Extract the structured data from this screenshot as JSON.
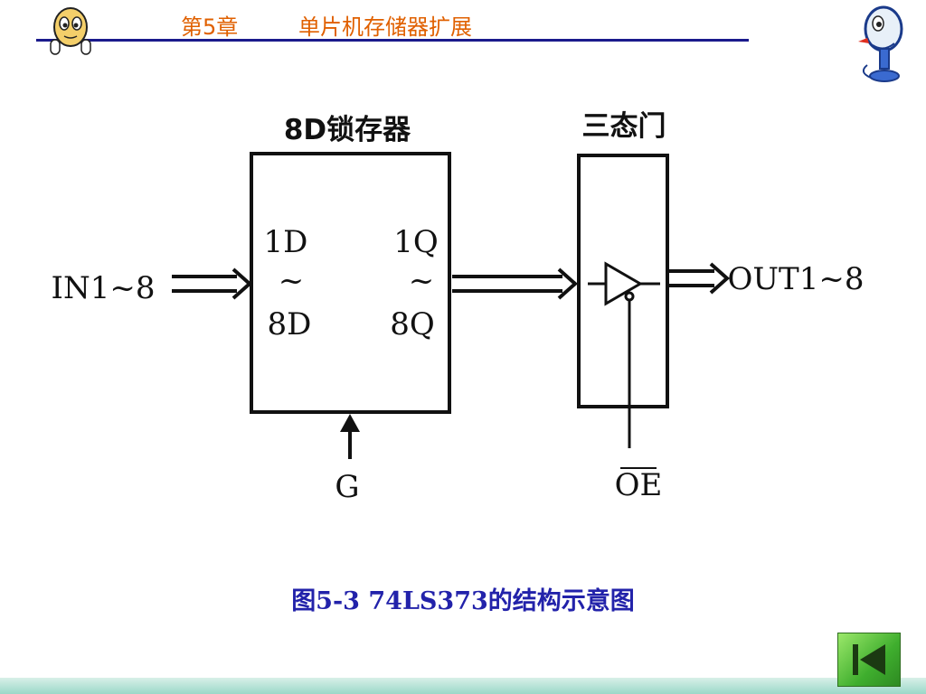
{
  "header": {
    "chapter": "第5章",
    "title": "单片机存储器扩展"
  },
  "diagram": {
    "latch": {
      "title": "8D锁存器",
      "input_top": "1D",
      "input_bottom": "8D",
      "output_top": "1Q",
      "output_bottom": "8Q",
      "tilde": "~",
      "clock_label": "G"
    },
    "tristate": {
      "title": "三态门",
      "enable_label": "OE"
    },
    "input_label": "IN1~8",
    "output_label": "OUT1~8"
  },
  "caption": "图5-3   74LS373的结构示意图",
  "colors": {
    "header_text": "#e06000",
    "header_rule": "#1a1a8c",
    "caption": "#2222aa",
    "nav_button": "#4fbf35"
  },
  "nav": {
    "icon": "first-slide-icon"
  }
}
